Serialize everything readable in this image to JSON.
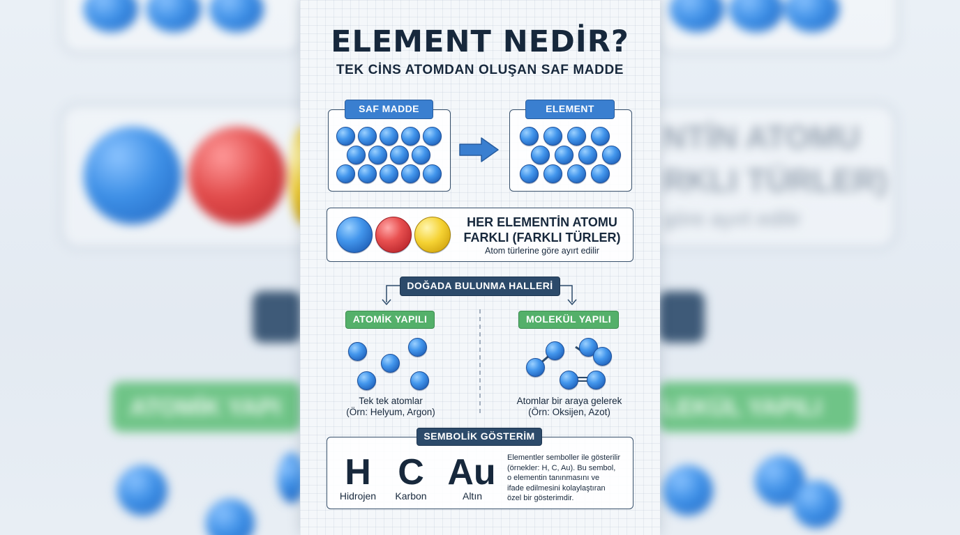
{
  "header": {
    "title": "ELEMENT NEDİR?",
    "subtitle": "TEK CİNS ATOMDAN OLUŞAN SAF MADDE"
  },
  "top_section": {
    "left_label": "SAF MADDE",
    "right_label": "ELEMENT"
  },
  "atom_types": {
    "line1": "HER ELEMENTİN ATOMU",
    "line2": "FARKLI (FARKLI TÜRLER)",
    "note": "Atom türlerine göre ayırt edilir"
  },
  "nature": {
    "heading": "DOĞADA BULUNMA HALLERİ",
    "atomic": {
      "label": "ATOMİK YAPILI",
      "desc1": "Tek tek atomlar",
      "desc2": "(Örn: Helyum, Argon)"
    },
    "molecular": {
      "label": "MOLEKÜL YAPILI",
      "desc1": "Atomlar bir araya gelerek",
      "desc2": "(Örn: Oksijen, Azot)"
    }
  },
  "symbolic": {
    "heading": "SEMBOLİK GÖSTERİM",
    "symbols": [
      {
        "symbol": "H",
        "name": "Hidrojen"
      },
      {
        "symbol": "C",
        "name": "Karbon"
      },
      {
        "symbol": "Au",
        "name": "Altın"
      }
    ],
    "desc": [
      "Elementler semboller ile gösterilir",
      "(örnekler: H, C, Au). Bu sembol,",
      "o elementin tanınmasını ve",
      "ifade edilmesini kolaylaştıran",
      "özel bir gösterimdir."
    ]
  },
  "background_text": {
    "big1": "NTİN ATOMU",
    "big2": "RKLI TÜRLER)",
    "small": "göre ayırt edilir",
    "left_pill": "ATOMİK YAPI",
    "right_pill": "LEKÜL YAPILI"
  },
  "colors": {
    "primary_blue": "#3a7fd0",
    "navy": "#2c4a6a",
    "green": "#54b06a",
    "red": "#e14b4b",
    "yellow": "#f2cc2c",
    "text": "#17283c"
  }
}
